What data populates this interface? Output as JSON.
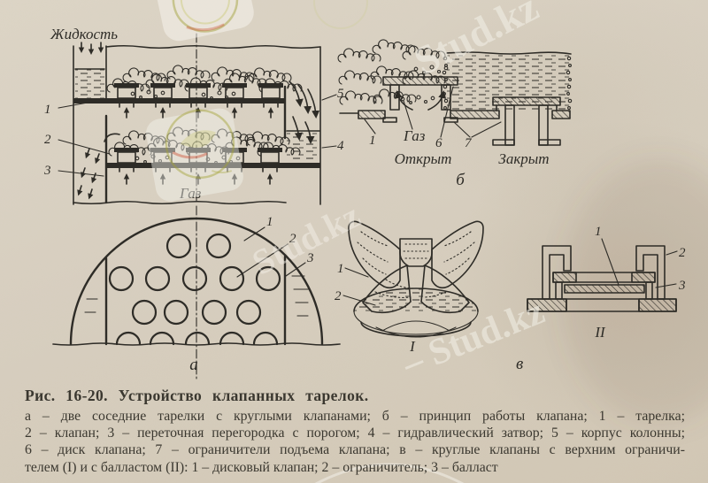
{
  "colors": {
    "paper": "#d9cfc0",
    "ink": "#2e2c27",
    "caption_ink": "#3b3830",
    "watermark_olive": "#a8a832",
    "watermark_red": "#c05a3c"
  },
  "watermark": {
    "brand": "Stud.kz",
    "chain": "– Stud.kz"
  },
  "figure": {
    "title": "Рис. 16-20. Устройство клапанных тарелок.",
    "caption_lines": [
      "а – две соседние тарелки с круглыми клапанами; б – принцип работы клапана; 1 – тарелка;",
      "2 – клапан; 3 – переточная перегородка с порогом; 4 – гидравлический затвор; 5 – корпус колонны;",
      "6 – диск клапана; 7 – ограничители подъема клапана; в – круглые клапаны с верхним ограничи-",
      "телем (I) и с балластом (II): 1 – дисковый клапан; 2 – ограничитель; 3 – балласт"
    ]
  },
  "side_view": {
    "liquid": "Жидкость",
    "gas": "Газ",
    "c1": "1",
    "c2": "2",
    "c3": "3",
    "c4": "4",
    "c5": "5"
  },
  "principle": {
    "gas": "Газ",
    "open": "Открыт",
    "closed": "Закрыт",
    "c1": "1",
    "c6": "6",
    "c7": "7",
    "sub": "б"
  },
  "top_view": {
    "c1": "1",
    "c2": "2",
    "c3": "3",
    "sub": "а"
  },
  "valves": {
    "i": {
      "c1": "1",
      "c2": "2",
      "label": "I"
    },
    "ii": {
      "c1": "1",
      "c2": "2",
      "c3": "3",
      "label": "II"
    },
    "sub": "в"
  }
}
